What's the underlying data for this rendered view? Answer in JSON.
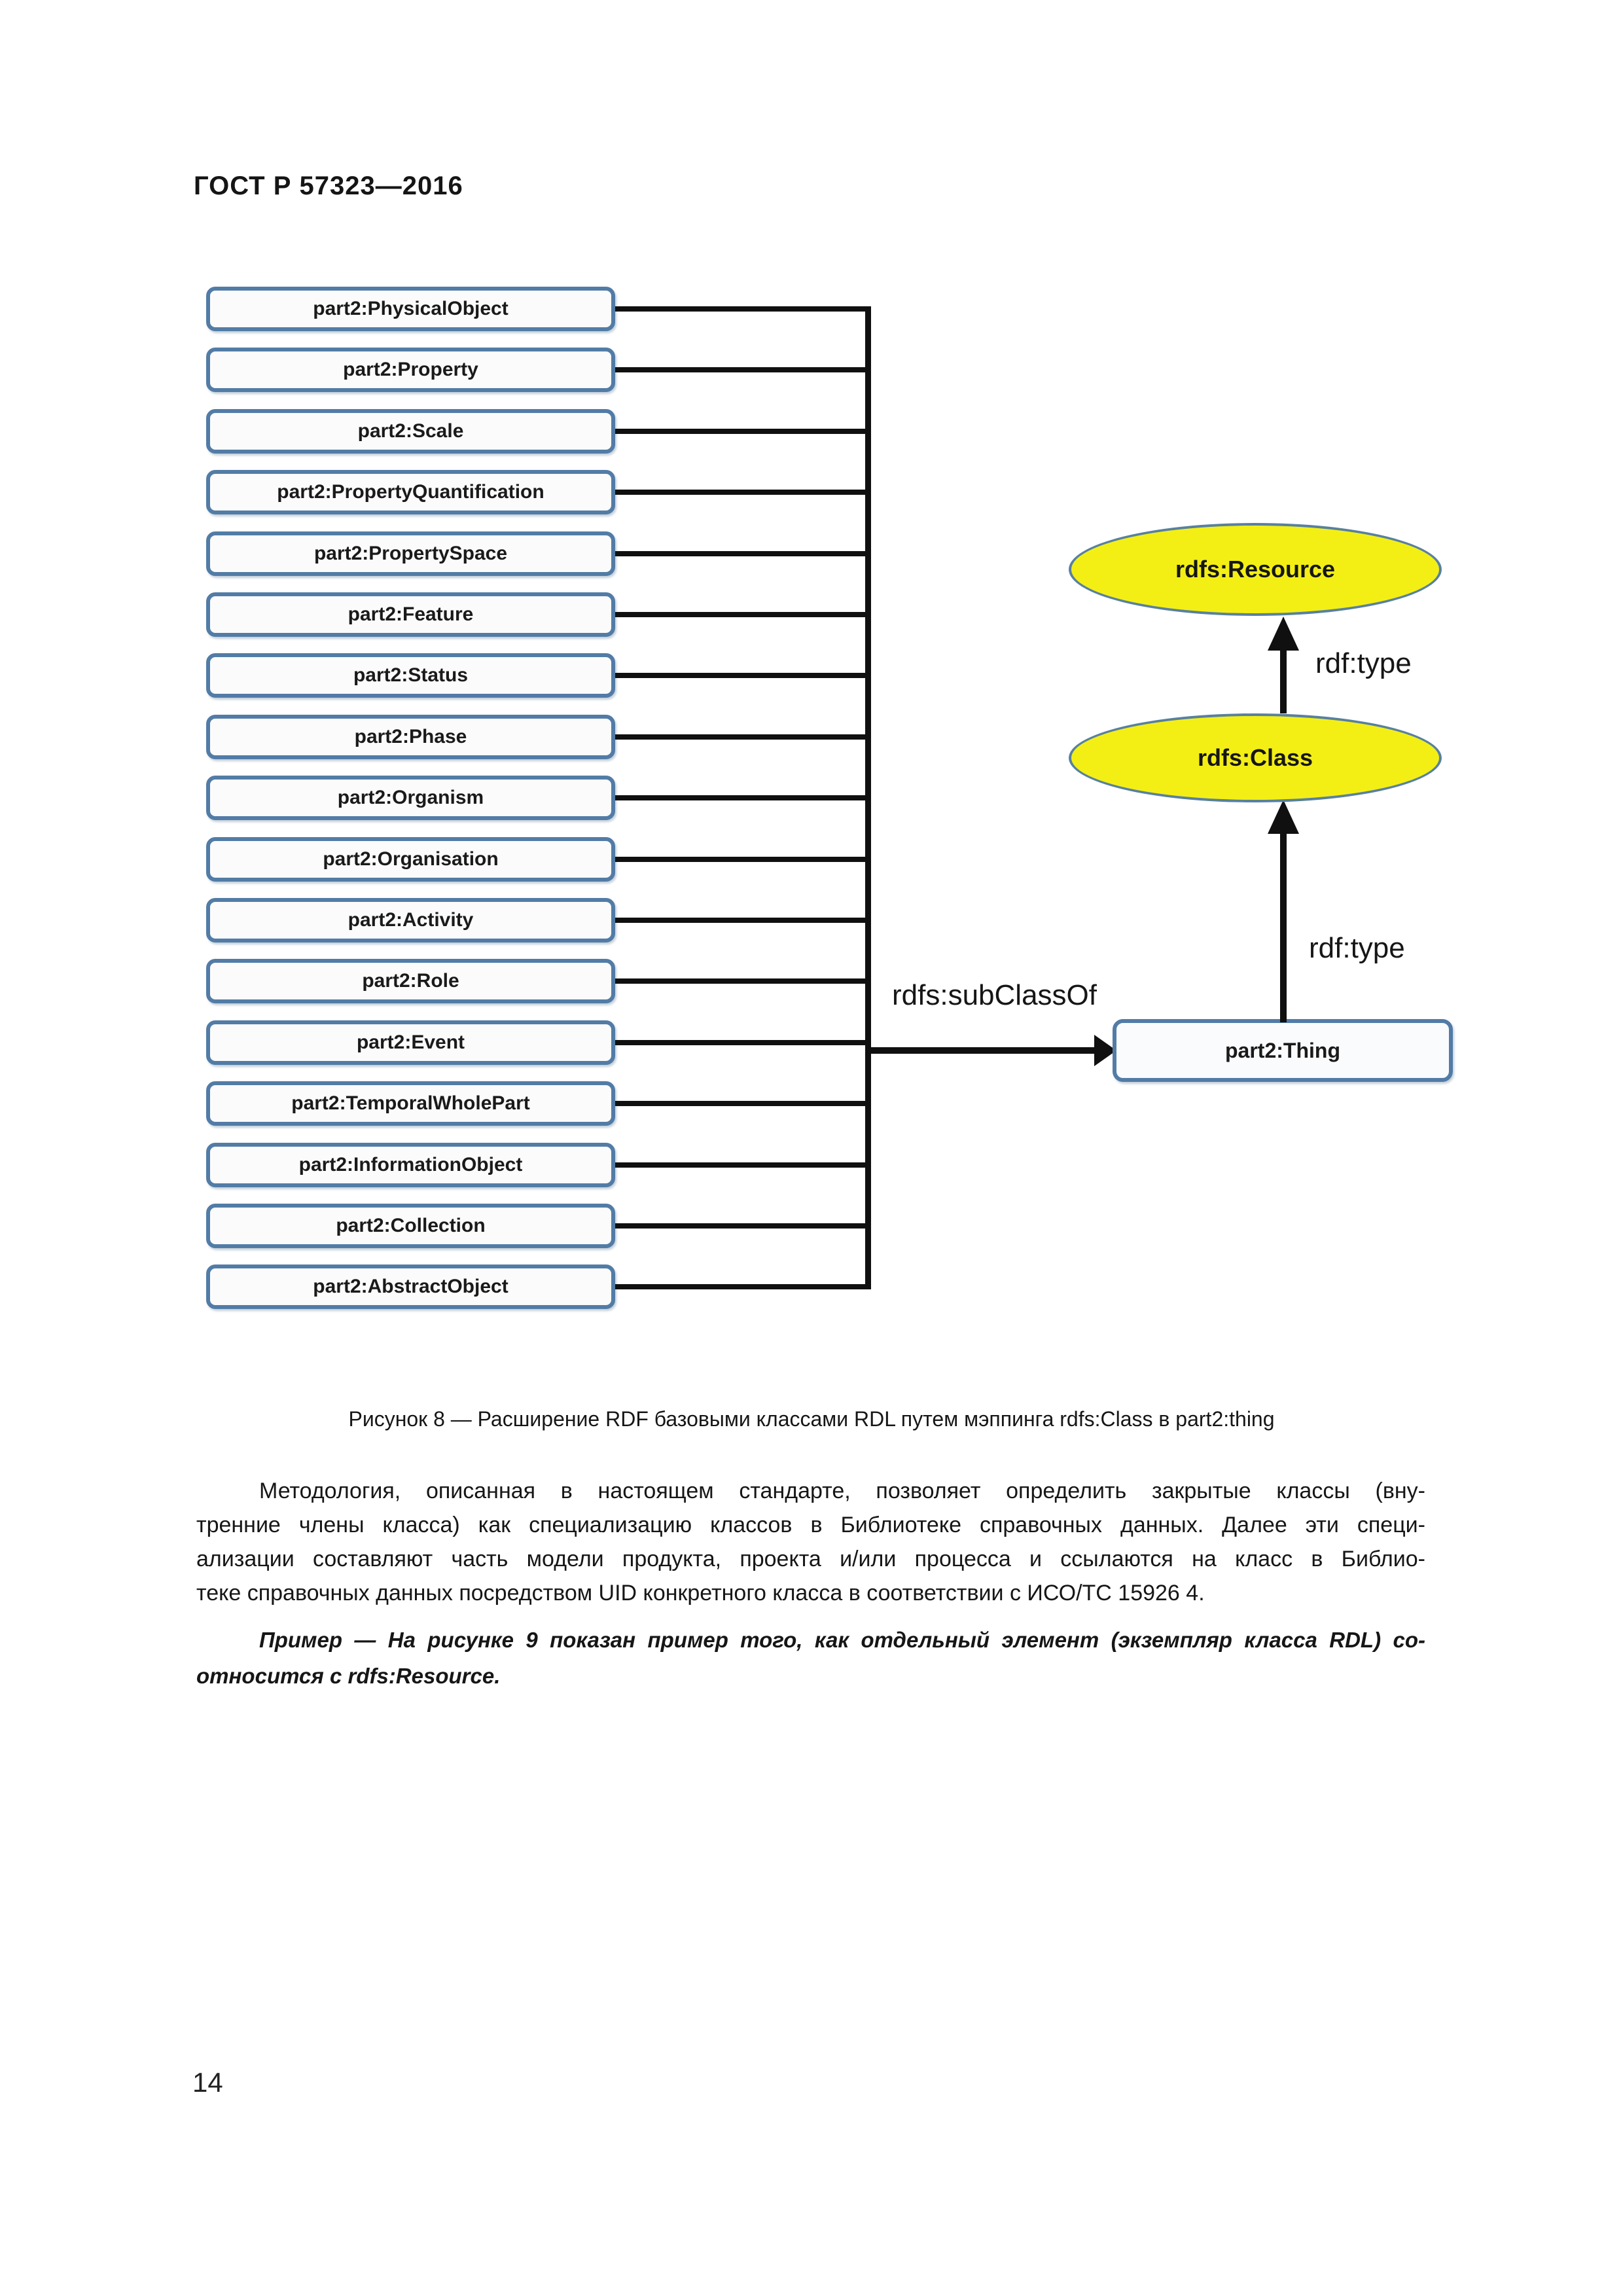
{
  "page": {
    "header": "ГОСТ Р 57323—2016",
    "page_number": "14"
  },
  "diagram": {
    "left_classes": [
      "part2:PhysicalObject",
      "part2:Property",
      "part2:Scale",
      "part2:PropertyQuantification",
      "part2:PropertySpace",
      "part2:Feature",
      "part2:Status",
      "part2:Phase",
      "part2:Organism",
      "part2:Organisation",
      "part2:Activity",
      "part2:Role",
      "part2:Event",
      "part2:TemporalWholePart",
      "part2:InformationObject",
      "part2:Collection",
      "part2:AbstractObject"
    ],
    "thing_label": "part2:Thing",
    "resource_label": "rdfs:Resource",
    "class_label": "rdfs:Class",
    "edges": {
      "subclassof": "rdfs:subClassOf",
      "rdftype_upper": "rdf:type",
      "rdftype_lower": "rdf:type"
    },
    "colors": {
      "ellipse_fill": "#f3ef15",
      "shape_border": "#527ca6",
      "line": "#101010"
    }
  },
  "caption": "Рисунок 8 — Расширение RDF базовыми классами RDL путем мэппинга rdfs:Class в part2:thing",
  "paragraph": {
    "lines": [
      "Методология, описанная в настоящем стандарте, позволяет определить закрытые классы (вну-",
      "тренние члены класса) как специализацию классов в Библиотеке справочных данных. Далее эти специ-",
      "ализации составляют часть модели продукта, проекта и/или процесса и ссылаются на класс в Библио-",
      "теке справочных данных посредством UID конкретного класса в соответствии с ИСО/ТС 15926 4."
    ]
  },
  "example": {
    "lines": [
      "Пример — На рисунке 9 показан пример того, как отдельный элемент (экземпляр класса RDL) со-",
      "относится с rdfs:Resource."
    ]
  }
}
